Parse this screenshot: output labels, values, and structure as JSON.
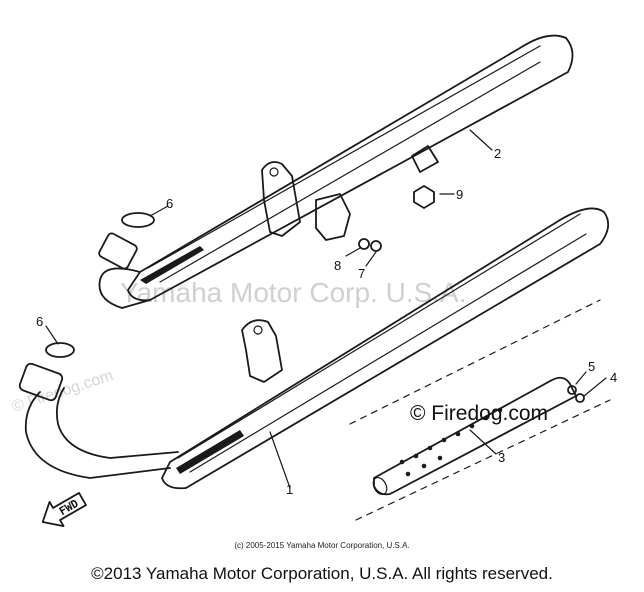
{
  "diagram": {
    "callouts": [
      "1",
      "2",
      "3",
      "4",
      "5",
      "6",
      "6",
      "7",
      "8",
      "9"
    ],
    "fwd_label": "FWD"
  },
  "watermarks": {
    "center": "Yamaha Motor Corp. U.S.A.",
    "firedog_main": "© Firedog.com",
    "firedog_left": "© Firedog.com"
  },
  "footer": {
    "small_copyright": "(c) 2005-2015 Yamaha Motor Corporation, U.S.A.",
    "main_copyright": "©2013 Yamaha Motor Corporation, U.S.A. All rights reserved."
  },
  "colors": {
    "ink": "#1a1a1a",
    "watermark": "#d0d0d0",
    "background": "#ffffff"
  }
}
